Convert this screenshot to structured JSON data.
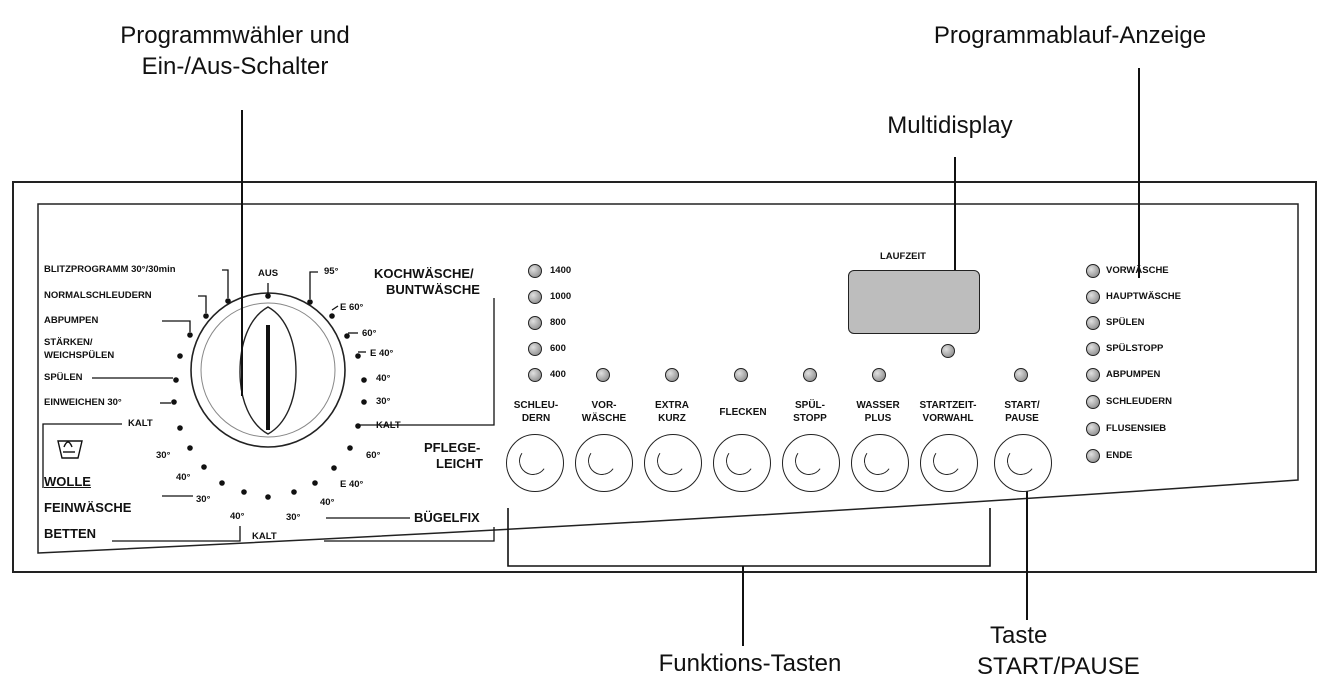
{
  "callouts": {
    "programmwaehler_line1": "Programmwähler und",
    "programmwaehler_line2": "Ein-/Aus-Schalter",
    "programmablauf": "Programmablauf-Anzeige",
    "multidisplay": "Multidisplay",
    "funktionstasten": "Funktions-Tasten",
    "taste_line1": "Taste",
    "taste_line2": "START/PAUSE"
  },
  "dial_left_labels": {
    "blitzprogramm": "BLITZPROGRAMM 30°/30min",
    "normalschleudern": "NORMALSCHLEUDERN",
    "abpumpen": "ABPUMPEN",
    "staerken_line1": "STÄRKEN/",
    "staerken_line2": "WEICHSPÜLEN",
    "spuelen": "SPÜLEN",
    "einweichen": "EINWEICHEN 30°",
    "kalt_wolle": "KALT",
    "wolle_30": "30°",
    "wolle_40": "40°",
    "wolle": "WOLLE",
    "feinwaesche": "FEINWÄSCHE",
    "feinwaesche_30": "30°",
    "betten": "BETTEN",
    "betten_40": "40°"
  },
  "dial_top_labels": {
    "aus": "AUS",
    "temp_95": "95°",
    "kochwaesche_line1": "KOCHWÄSCHE/",
    "kochwaesche_line2": "BUNTWÄSCHE"
  },
  "dial_right_labels": {
    "e60": "E 60°",
    "t60": "60°",
    "e40": "E 40°",
    "t40": "40°",
    "t30": "30°",
    "kalt": "KALT",
    "pflege_line1": "PFLEGE-",
    "pflege_line2": "LEICHT",
    "p60": "60°",
    "pe40": "E 40°",
    "p40": "40°",
    "p30": "30°",
    "buegelfix": "BÜGELFIX",
    "kalt_bottom": "KALT"
  },
  "spin_speeds": [
    "1400",
    "1000",
    "800",
    "600",
    "400"
  ],
  "function_buttons": [
    {
      "line1": "SCHLEU-",
      "line2": "DERN"
    },
    {
      "line1": "VOR-",
      "line2": "WÄSCHE"
    },
    {
      "line1": "EXTRA",
      "line2": "KURZ"
    },
    {
      "line1": "FLECKEN",
      "line2": ""
    },
    {
      "line1": "SPÜL-",
      "line2": "STOPP"
    },
    {
      "line1": "WASSER",
      "line2": "PLUS"
    },
    {
      "line1": "STARTZEIT-",
      "line2": "VORWAHL"
    },
    {
      "line1": "START/",
      "line2": "PAUSE"
    }
  ],
  "display": {
    "label": "LAUFZEIT"
  },
  "progress_indicators": [
    "VORWÄSCHE",
    "HAUPTWÄSCHE",
    "SPÜLEN",
    "SPÜLSTOPP",
    "ABPUMPEN",
    "SCHLEUDERN",
    "FLUSENSIEB",
    "ENDE"
  ]
}
